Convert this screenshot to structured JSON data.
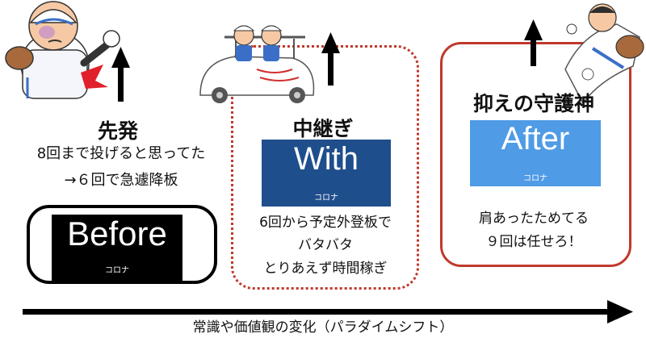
{
  "before": {
    "title": "先発",
    "line1": "8回まで投げると思ってた",
    "line2": "→６回で急遽降板",
    "keyword": "Before",
    "sub": "コロナ"
  },
  "with": {
    "title": "中継ぎ",
    "keyword": "With",
    "sub": "コロナ",
    "line1": "6回から予定外登板で",
    "line2": "バタバタ",
    "line3": "とりあえず時間稼ぎ"
  },
  "after": {
    "title": "抑えの守護神",
    "keyword": "After",
    "sub": "コロナ",
    "line1": "肩あったためてる",
    "line2": "９回は任せろ！"
  },
  "timeline": {
    "label": "常識や価値観の変化（パラダイムシフト）"
  },
  "colors": {
    "before_box": "#000000",
    "with_box": "#1f4e8c",
    "after_box": "#4f9be6",
    "frame_red": "#c0392b"
  },
  "icons": [
    "pitcher-starter-illustration",
    "relief-car-illustration",
    "closer-pitcher-illustration",
    "arrow-up-icon",
    "arrow-right-icon"
  ]
}
